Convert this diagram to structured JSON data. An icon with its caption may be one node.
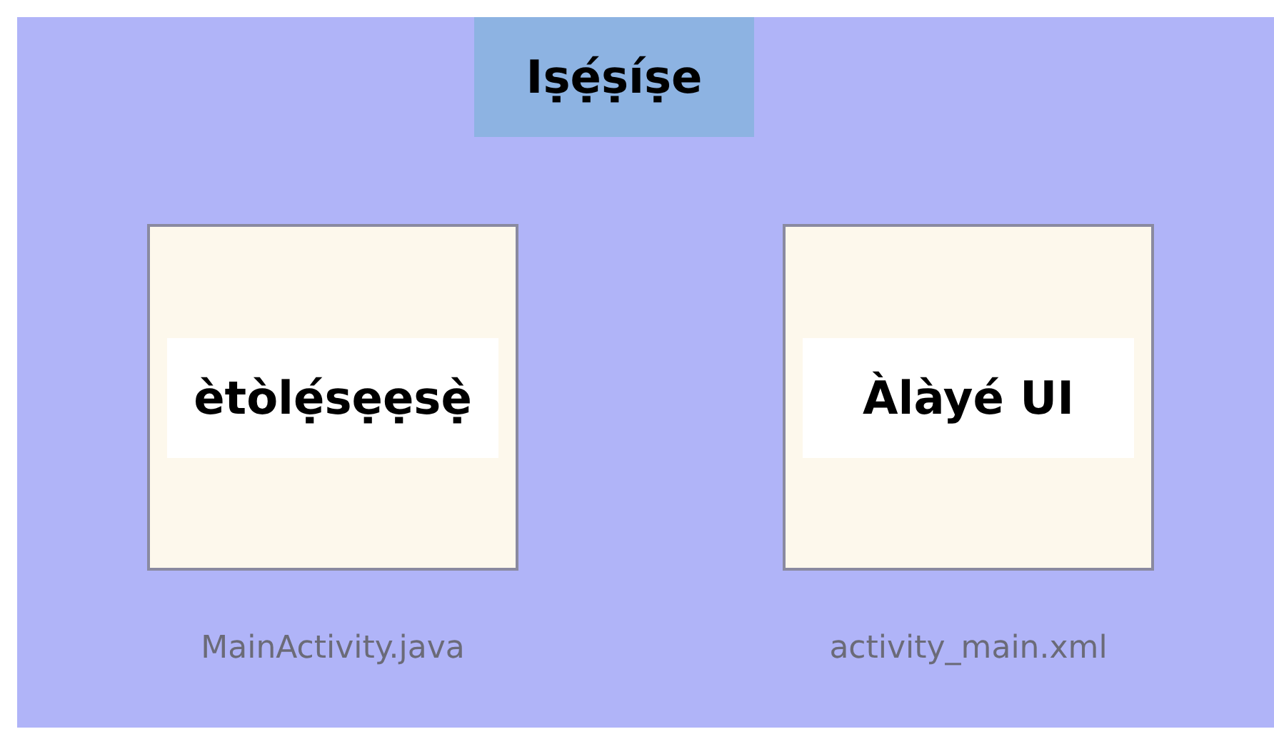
{
  "diagram": {
    "nodes": [
      {
        "text": [],
        "shape": "box"
      },
      {
        "text": [
          "Iṣẹ́ṣíṣe"
        ],
        "in": 0
      },
      {
        "text": [
          "ètòlẹ́sẹẹsẹ̀"
        ],
        "in": 0,
        "beside": [
          "MainActivity.java"
        ]
      },
      {
        "text": [
          "Àlàyé UI"
        ],
        "in": 0,
        "beside": [
          "activity_main.xml"
        ]
      }
    ]
  }
}
